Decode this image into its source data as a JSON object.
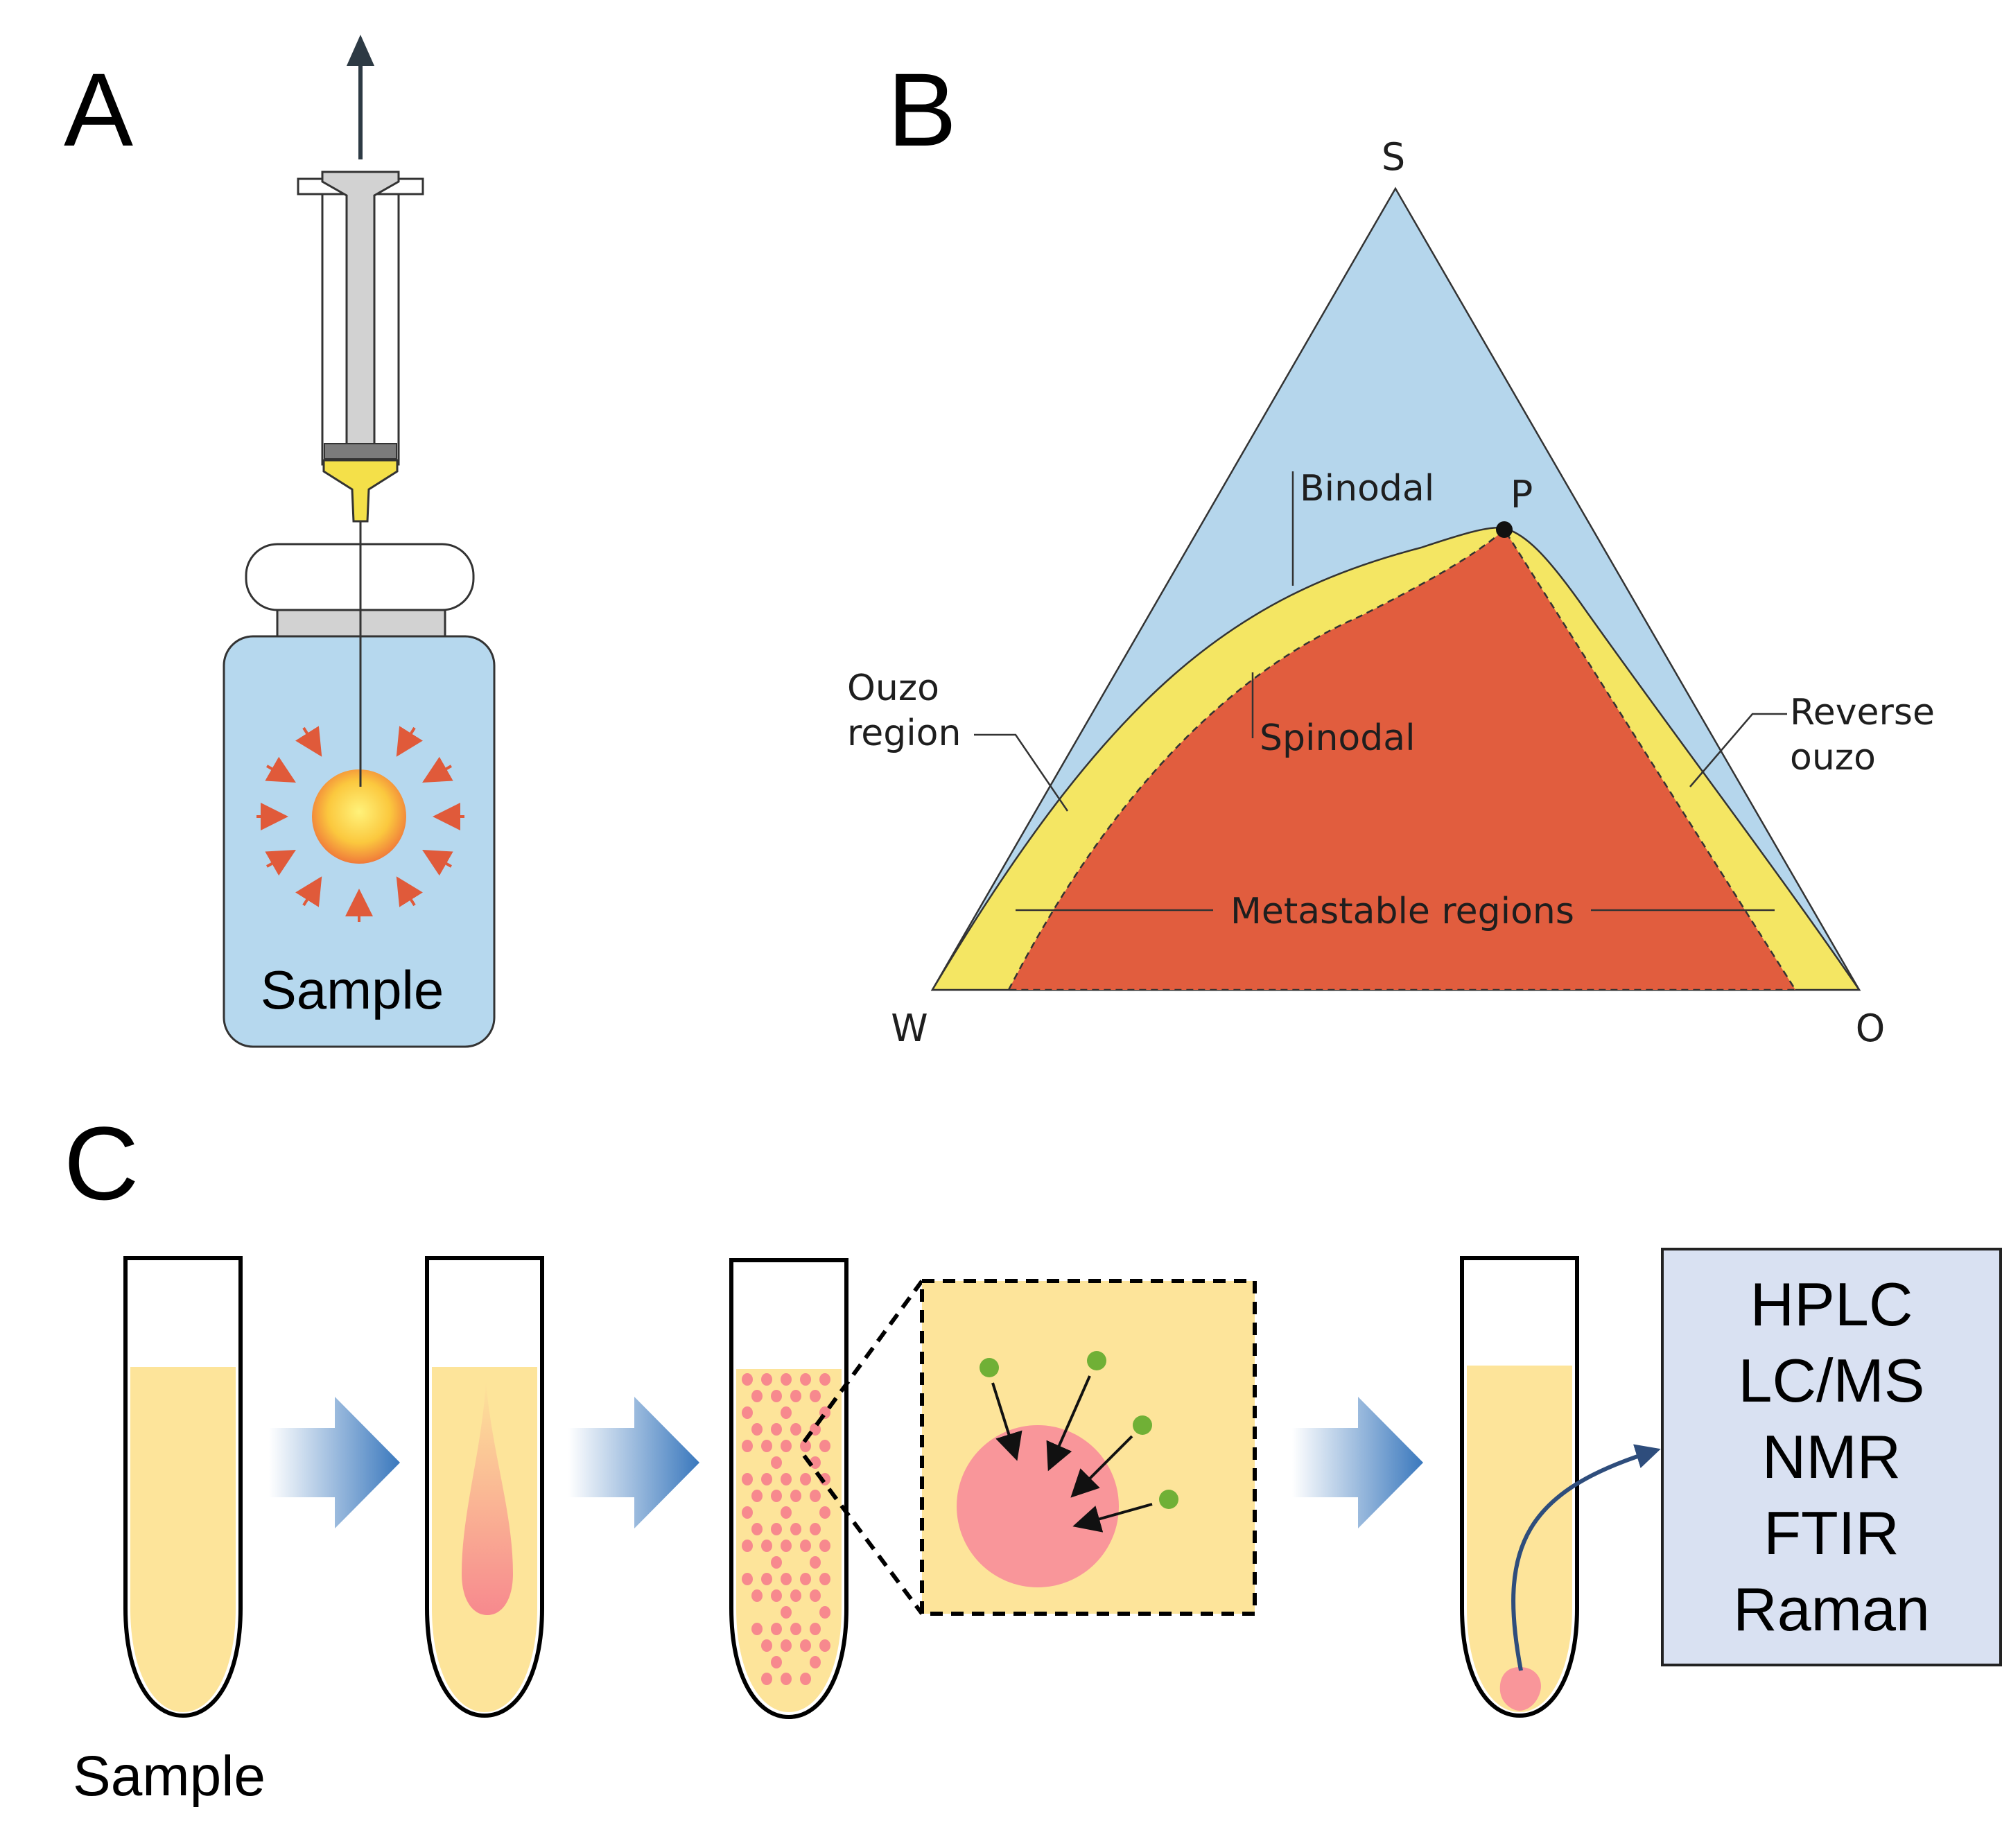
{
  "colors": {
    "liquid_blue": "#b6d8ee",
    "binodal_blue": "#b5d6ec",
    "metastable_yellow": "#f4e663",
    "spinodal_red": "#e15d3e",
    "tube_fill": "#fde49a",
    "droplet_pink": "#f9969a",
    "guest_green": "#70b036",
    "arrow_blue": "#3a78bd",
    "analysis_box": "#d9e1f2",
    "analysis_arrow": "#2e4d7c"
  },
  "panel_a": {
    "label": "A",
    "vial_label": "Sample",
    "icons": [
      "withdraw-arrow-icon",
      "syringe-icon",
      "vial-icon",
      "droplet-icon"
    ]
  },
  "panel_b": {
    "label": "B",
    "vertices": {
      "top": "S",
      "left": "W",
      "right": "O"
    },
    "critical_point": "P",
    "labels": {
      "binodal": "Binodal",
      "spinodal": "Spinodal",
      "ouzo": [
        "Ouzo",
        "region"
      ],
      "reverse_ouzo": [
        "Reverse",
        "ouzo"
      ],
      "metastable": "Metastable regions"
    }
  },
  "panel_c": {
    "label": "C",
    "sample_label": "Sample",
    "steps": [
      "tube-sample",
      "tube-injection",
      "tube-dispersion",
      "zoom-inset",
      "tube-sediment"
    ],
    "analysis_methods": [
      "HPLC",
      "LC/MS",
      "NMR",
      "FTIR",
      "Raman"
    ]
  }
}
